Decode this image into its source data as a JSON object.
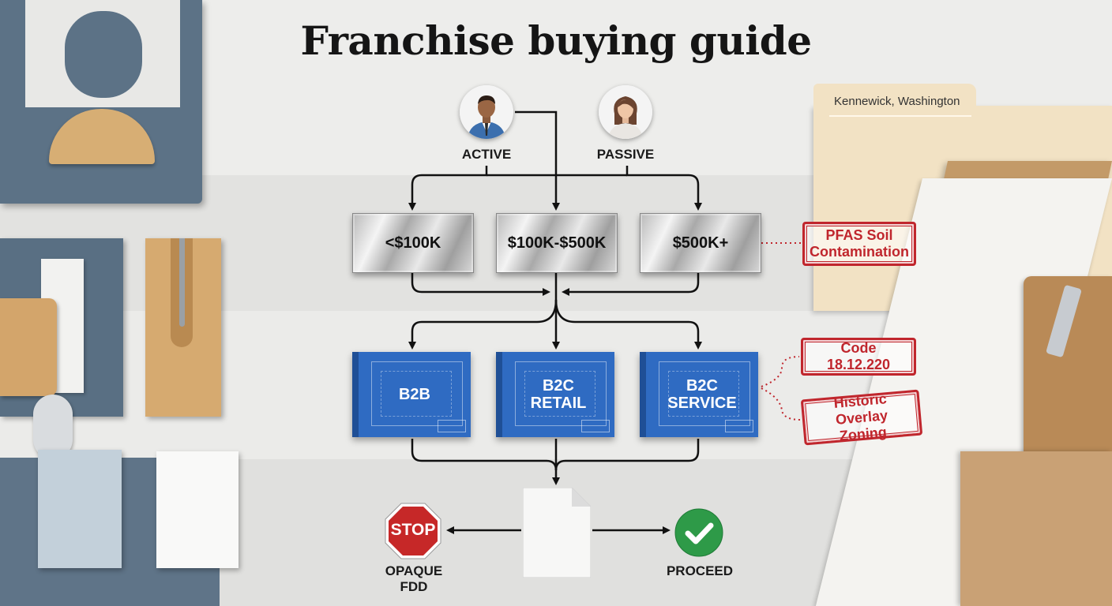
{
  "title": "Franchise buying guide",
  "folder_tab": "Kennewick, Washington",
  "investor_types": [
    {
      "label": "ACTIVE",
      "icon": "man-avatar-icon"
    },
    {
      "label": "PASSIVE",
      "icon": "woman-avatar-icon"
    }
  ],
  "investment_tiers": [
    "<$100K",
    "$100K-$500K",
    "$500K+"
  ],
  "business_models": [
    "B2B",
    "B2C\nRETAIL",
    "B2C\nSERVICE"
  ],
  "risk_stamps": {
    "contamination": "PFAS Soil\nContamination",
    "code": "Code 18.12.220",
    "historic": "Historic Overlay\nZoning"
  },
  "outcomes": {
    "stop_sign": "STOP",
    "stop_label": "OPAQUE FDD",
    "proceed_label": "PROCEED",
    "document_icon": "document-icon",
    "check_icon": "checkmark-icon"
  },
  "colors": {
    "stamp_red": "#c0262d",
    "blueprint_blue": "#2f6bc2",
    "stop_red": "#c62828",
    "check_green": "#2e9a48"
  }
}
